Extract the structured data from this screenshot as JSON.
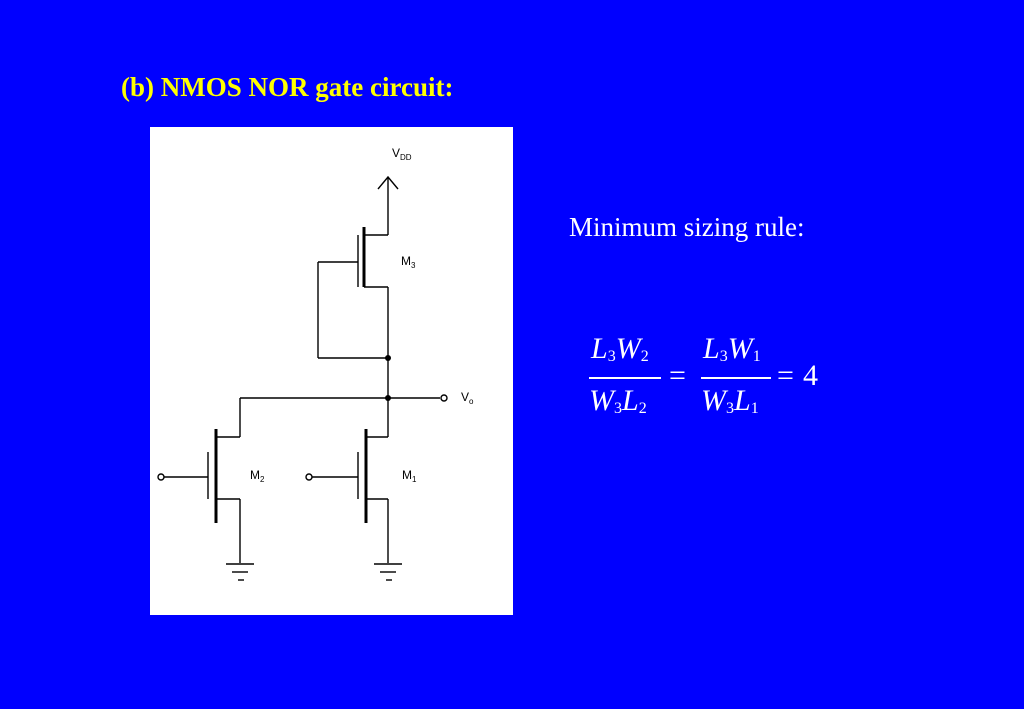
{
  "title": "(b) NMOS NOR gate circuit:",
  "sizing_label": "Minimum sizing rule:",
  "circuit": {
    "vdd": {
      "main": "V",
      "sub": "DD"
    },
    "vo": {
      "main": "V",
      "sub": "o"
    },
    "m3": {
      "main": "M",
      "sub": "3"
    },
    "m2": {
      "main": "M",
      "sub": "2"
    },
    "m1": {
      "main": "M",
      "sub": "1"
    }
  },
  "formula": {
    "frac1_num": {
      "a": "L",
      "a_sub": "3",
      "b": "W",
      "b_sub": "2"
    },
    "frac1_den": {
      "a": "W",
      "a_sub": "3",
      "b": "L",
      "b_sub": "2"
    },
    "frac2_num": {
      "a": "L",
      "a_sub": "3",
      "b": "W",
      "b_sub": "1"
    },
    "frac2_den": {
      "a": "W",
      "a_sub": "3",
      "b": "L",
      "b_sub": "1"
    },
    "equals1": "=",
    "equals2": "=",
    "result": "4"
  },
  "colors": {
    "background": "#0000ff",
    "title": "#ffff00",
    "text": "#ffffff",
    "panel": "#ffffff",
    "wire": "#000000"
  }
}
